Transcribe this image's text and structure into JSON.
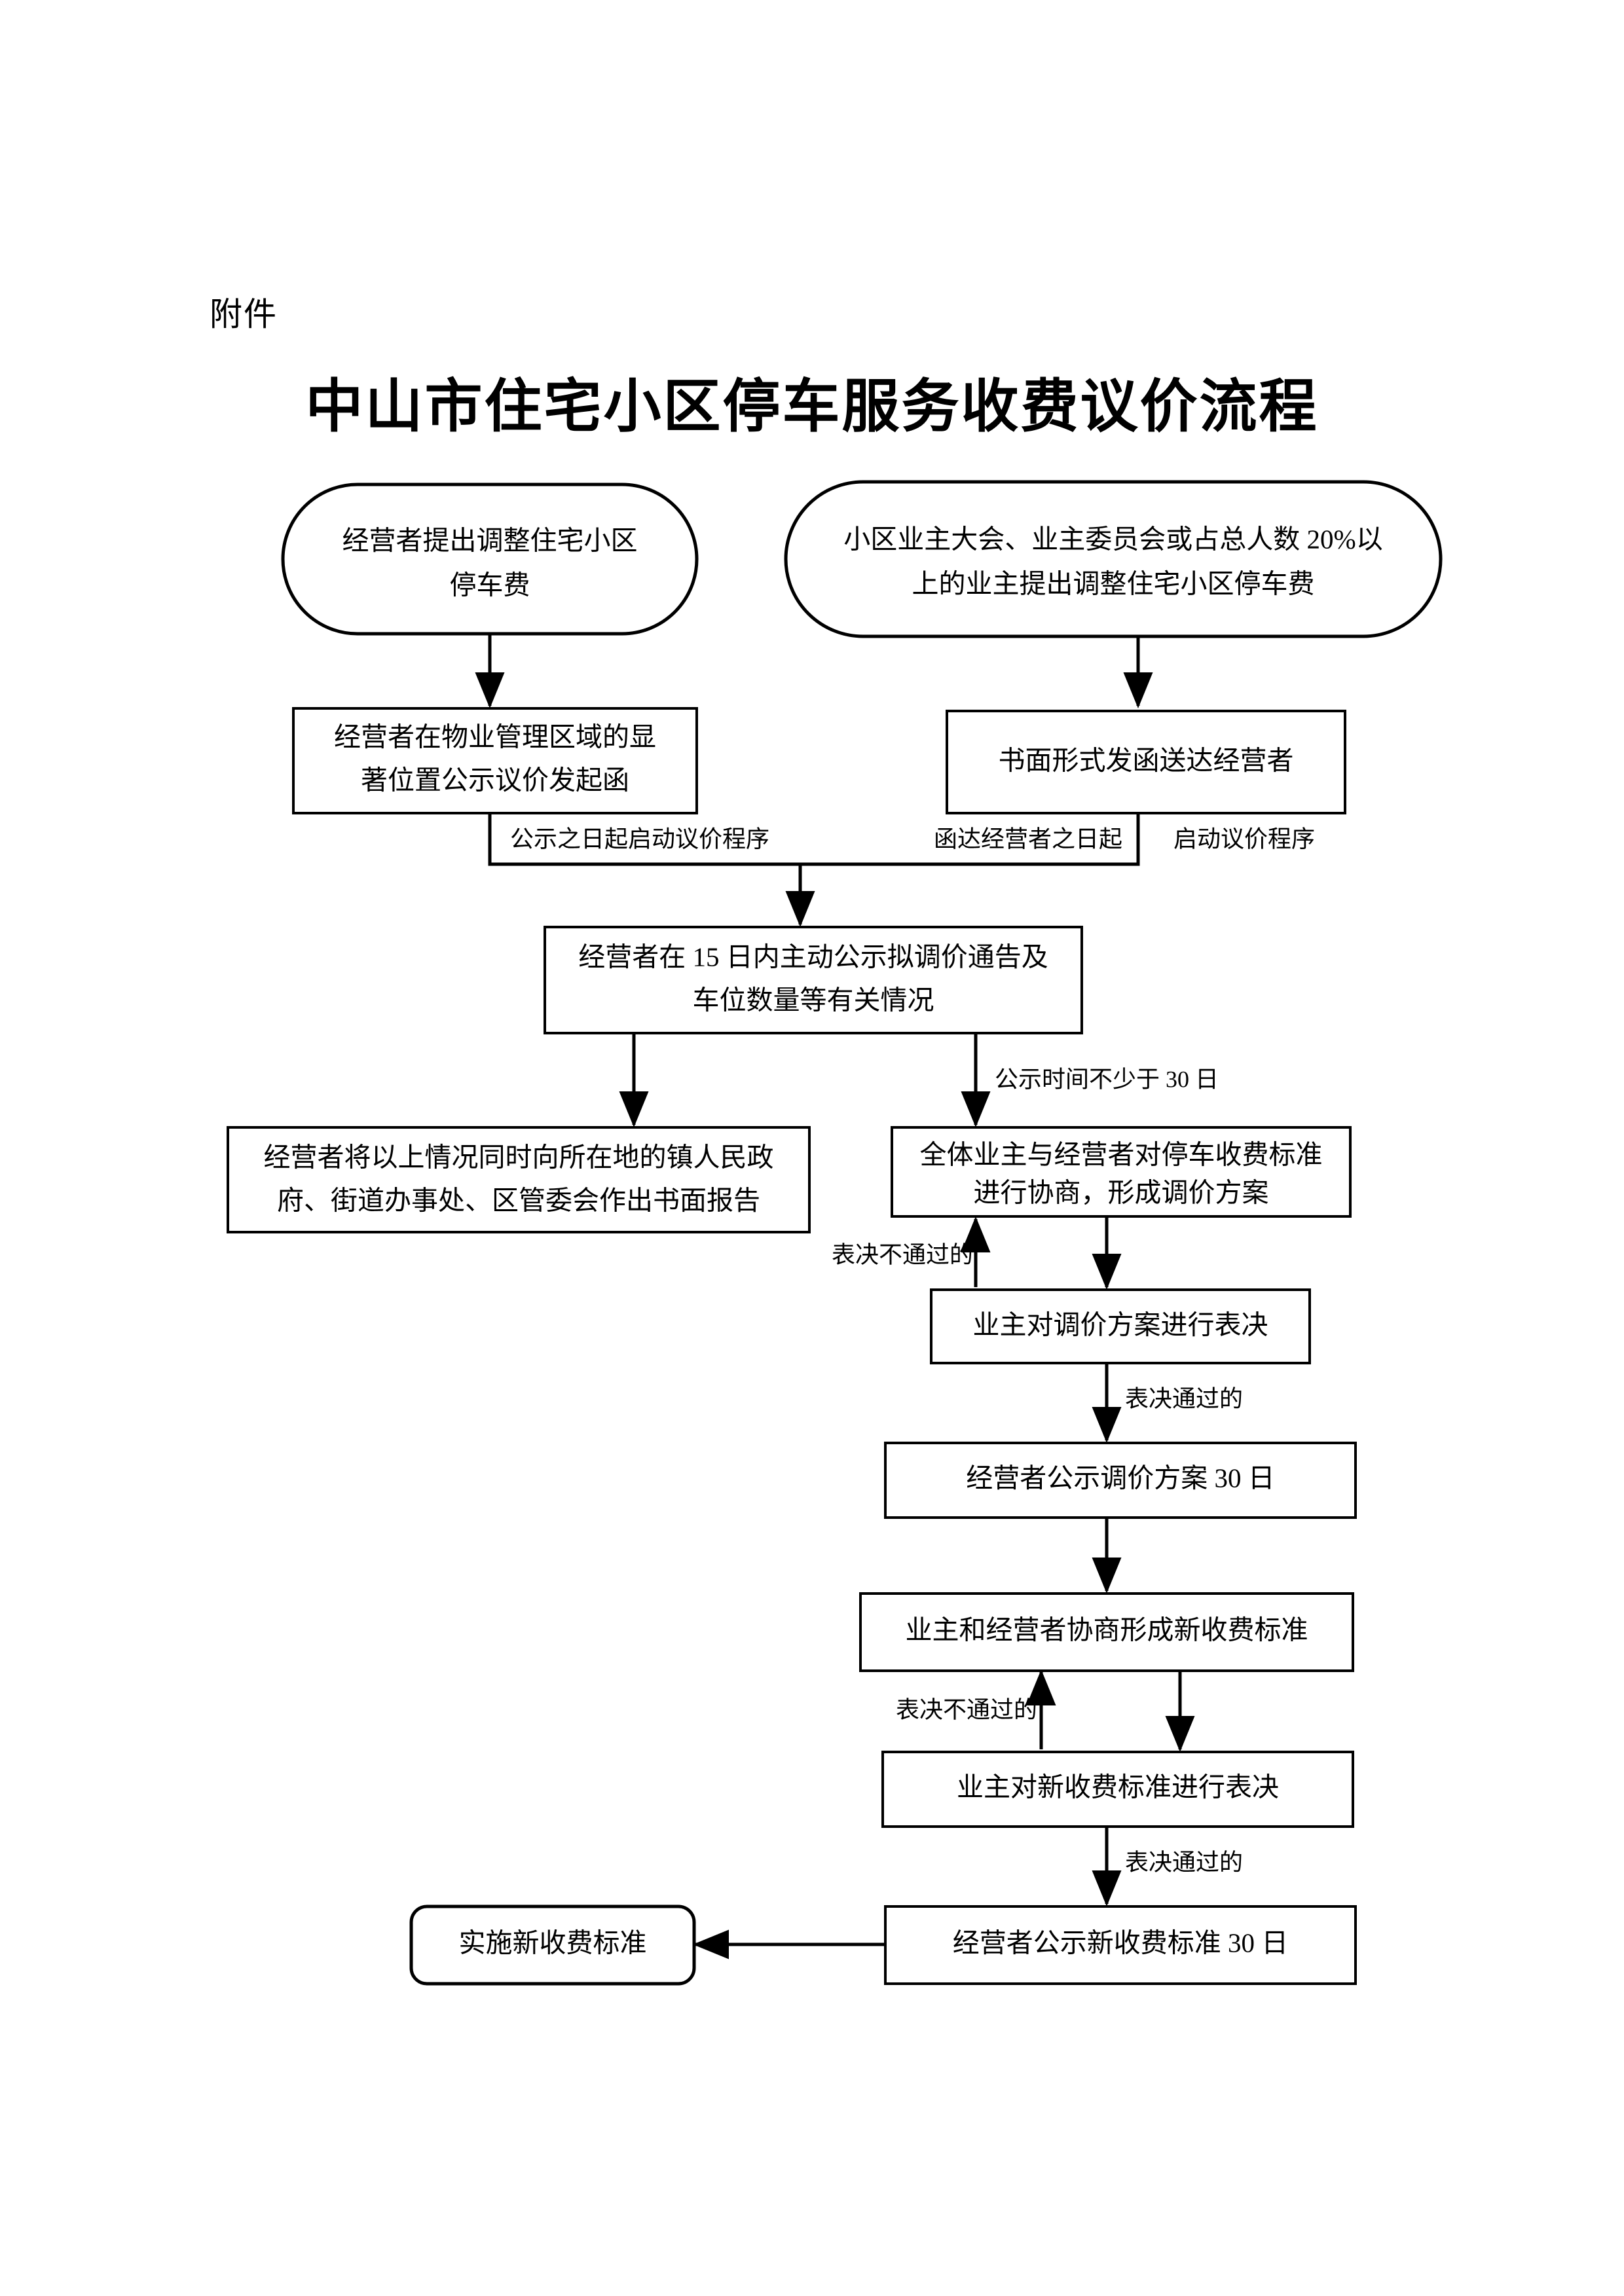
{
  "document": {
    "attachment_label": "附件",
    "title": "中山市住宅小区停车服务收费议价流程"
  },
  "chart_data": {
    "type": "diagram",
    "title": "中山市住宅小区停车服务收费议价流程",
    "nodes": [
      {
        "id": "n1",
        "shape": "terminal",
        "lines": [
          "经营者提出调整住宅小区",
          "停车费"
        ]
      },
      {
        "id": "n2",
        "shape": "terminal",
        "lines": [
          "小区业主大会、业主委员会或占总人数 20%以",
          "上的业主提出调整住宅小区停车费"
        ]
      },
      {
        "id": "n3",
        "shape": "process",
        "lines": [
          "经营者在物业管理区域的显",
          "著位置公示议价发起函"
        ]
      },
      {
        "id": "n4",
        "shape": "process",
        "lines": [
          "书面形式发函送达经营者"
        ]
      },
      {
        "id": "n5",
        "shape": "process",
        "lines": [
          "经营者在 15 日内主动公示拟调价通告及",
          "车位数量等有关情况"
        ]
      },
      {
        "id": "n6",
        "shape": "process",
        "lines": [
          "经营者将以上情况同时向所在地的镇人民政",
          "府、街道办事处、区管委会作出书面报告"
        ]
      },
      {
        "id": "n7",
        "shape": "process",
        "lines": [
          "全体业主与经营者对停车收费标准",
          "进行协商，形成调价方案"
        ]
      },
      {
        "id": "n8",
        "shape": "process",
        "lines": [
          "业主对调价方案进行表决"
        ]
      },
      {
        "id": "n9",
        "shape": "process",
        "lines": [
          "经营者公示调价方案 30 日"
        ]
      },
      {
        "id": "n10",
        "shape": "process",
        "lines": [
          "业主和经营者协商形成新收费标准"
        ]
      },
      {
        "id": "n11",
        "shape": "process",
        "lines": [
          "业主对新收费标准进行表决"
        ]
      },
      {
        "id": "n12",
        "shape": "process",
        "lines": [
          "经营者公示新收费标准 30 日"
        ]
      },
      {
        "id": "n13",
        "shape": "terminal",
        "lines": [
          "实施新收费标准"
        ]
      }
    ],
    "edges": [
      {
        "from": "n1",
        "to": "n3",
        "label": ""
      },
      {
        "from": "n2",
        "to": "n4",
        "label": ""
      },
      {
        "from": "n3",
        "to": "n5",
        "label": "公示之日起启动议价程序"
      },
      {
        "from": "n4",
        "to": "n5",
        "label": "函达经营者之日起"
      },
      {
        "from": "n4",
        "to": "n5",
        "label": "启动议价程序"
      },
      {
        "from": "n5",
        "to": "n6",
        "label": ""
      },
      {
        "from": "n5",
        "to": "n7",
        "label": "公示时间不少于 30 日"
      },
      {
        "from": "n7",
        "to": "n8",
        "label": ""
      },
      {
        "from": "n8",
        "to": "n7",
        "label": "表决不通过的"
      },
      {
        "from": "n8",
        "to": "n9",
        "label": "表决通过的"
      },
      {
        "from": "n9",
        "to": "n10",
        "label": ""
      },
      {
        "from": "n10",
        "to": "n11",
        "label": ""
      },
      {
        "from": "n11",
        "to": "n10",
        "label": "表决不通过的"
      },
      {
        "from": "n11",
        "to": "n12",
        "label": "表决通过的"
      },
      {
        "from": "n12",
        "to": "n13",
        "label": ""
      }
    ],
    "edge_labels": {
      "l1": "公示之日起启动议价程序",
      "l2": "函达经营者之日起",
      "l3": "启动议价程序",
      "l4": "公示时间不少于 30 日",
      "l5": "表决不通过的",
      "l6": "表决通过的",
      "l7": "表决不通过的",
      "l8": "表决通过的"
    },
    "node_lines": {
      "n1a": "经营者提出调整住宅小区",
      "n1b": "停车费",
      "n2a": "小区业主大会、业主委员会或占总人数 20%以",
      "n2b": "上的业主提出调整住宅小区停车费",
      "n3a": "经营者在物业管理区域的显",
      "n3b": "著位置公示议价发起函",
      "n4a": "书面形式发函送达经营者",
      "n5a": "经营者在 15 日内主动公示拟调价通告及",
      "n5b": "车位数量等有关情况",
      "n6a": "经营者将以上情况同时向所在地的镇人民政",
      "n6b": "府、街道办事处、区管委会作出书面报告",
      "n7a": "全体业主与经营者对停车收费标准",
      "n7b": "进行协商，形成调价方案",
      "n8a": "业主对调价方案进行表决",
      "n9a": "经营者公示调价方案 30 日",
      "n10a": "业主和经营者协商形成新收费标准",
      "n11a": "业主对新收费标准进行表决",
      "n12a": "经营者公示新收费标准 30 日",
      "n13a": "实施新收费标准"
    },
    "colors": {
      "stroke": "#000000",
      "fill": "#ffffff",
      "text": "#000000"
    }
  }
}
